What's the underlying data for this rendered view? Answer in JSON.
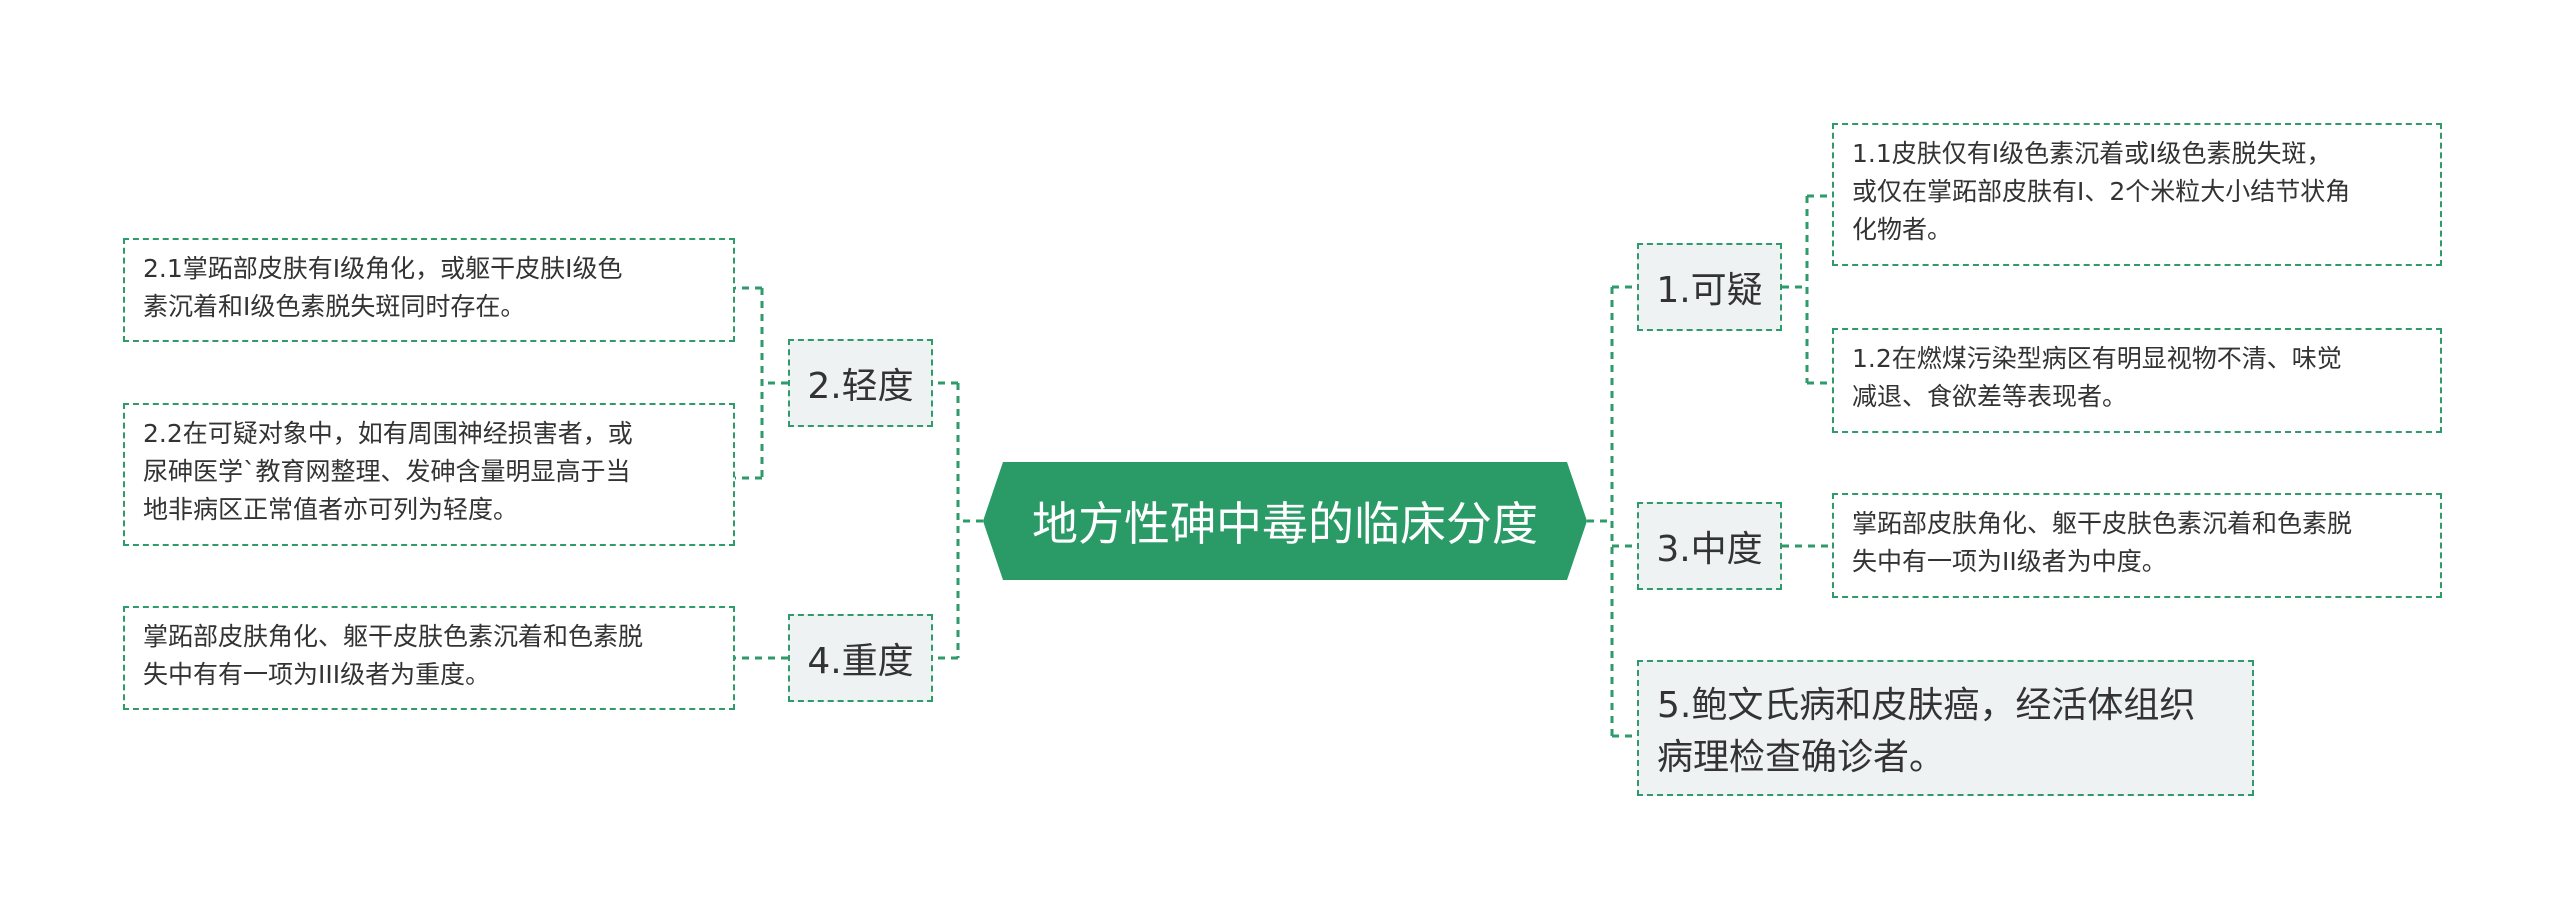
{
  "theme": {
    "accent": "#2a9a67",
    "line": "#2f9a6a",
    "node_bg": "#eef2f3"
  },
  "root": {
    "label": "地方性砷中毒的临床分度"
  },
  "branches": {
    "suspect": {
      "label": "1.可疑",
      "children": [
        {
          "lines": [
            "1.1皮肤仅有I级色素沉着或I级色素脱失斑，",
            "或仅在掌跖部皮肤有I、2个米粒大小结节状角",
            "化物者。"
          ]
        },
        {
          "lines": [
            "1.2在燃煤污染型病区有明显视物不清、味觉",
            "减退、食欲差等表现者。"
          ]
        }
      ]
    },
    "mild": {
      "label": "2.轻度",
      "children": [
        {
          "lines": [
            "2.1掌跖部皮肤有I级角化，或躯干皮肤I级色",
            "素沉着和I级色素脱失斑同时存在。"
          ]
        },
        {
          "lines": [
            "2.2在可疑对象中，如有周围神经损害者，或",
            "尿砷医学`教育网整理、发砷含量明显高于当",
            "地非病区正常值者亦可列为轻度。"
          ]
        }
      ]
    },
    "moderate": {
      "label": "3.中度",
      "children": [
        {
          "lines": [
            "掌跖部皮肤角化、躯干皮肤色素沉着和色素脱",
            "失中有一项为II级者为中度。"
          ]
        }
      ]
    },
    "severe": {
      "label": "4.重度",
      "children": [
        {
          "lines": [
            "掌跖部皮肤角化、躯干皮肤色素沉着和色素脱",
            "失中有有一项为III级者为重度。"
          ]
        }
      ]
    },
    "other": {
      "lines": [
        "5.鲍文氏病和皮肤癌，经活体组织",
        "病理检查确诊者。"
      ]
    }
  }
}
